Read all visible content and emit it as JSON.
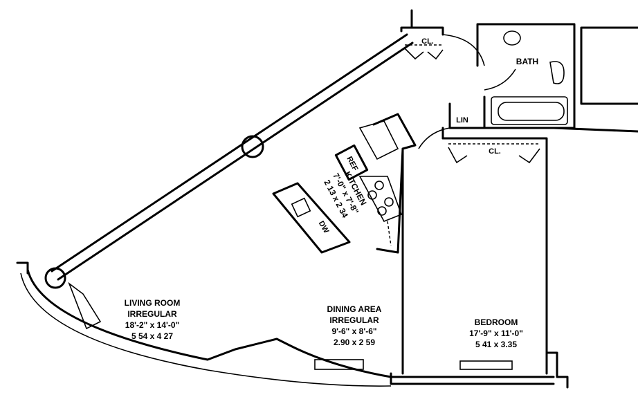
{
  "rooms": {
    "living": {
      "name": "LIVING ROOM",
      "shape": "IRREGULAR",
      "imperial": "18'-2\" x 14'-0\"",
      "metric": "5 54 x 4 27"
    },
    "dining": {
      "name": "DINING AREA",
      "shape": "IRREGULAR",
      "imperial": "9'-6\" x 8'-6\"",
      "metric": "2.90 x 2 59"
    },
    "bedroom": {
      "name": "BEDROOM",
      "imperial": "17'-9\" x 11'-0\"",
      "metric": "5 41 x 3.35"
    },
    "kitchen": {
      "name": "KITCHEN",
      "imperial": "7'-0\" x 7'-8\"",
      "metric": "2 13 x 2 34"
    },
    "bath": {
      "name": "BATH"
    },
    "linen": {
      "name": "LIN"
    },
    "closet_entry": {
      "name": "CL."
    },
    "closet_bedroom": {
      "name": "CL."
    }
  },
  "fixtures": {
    "refrigerator": "REF",
    "dishwasher": "DW"
  }
}
